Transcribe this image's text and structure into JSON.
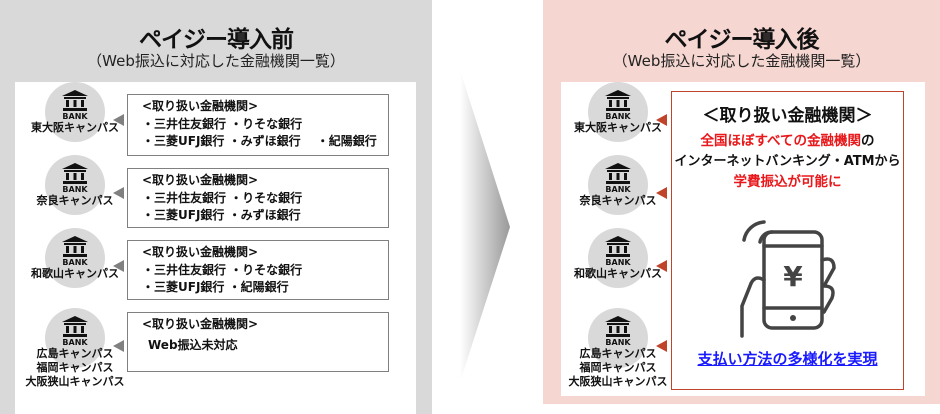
{
  "before": {
    "title": "ペイジー導入前",
    "subtitle": "（Web振込に対応した金融機関一覧）",
    "campuses": [
      {
        "icon_label": "BANK",
        "name": [
          "東大阪キャンパス"
        ],
        "box": [
          "<取り扱い金融機関>",
          "・三井住友銀行 ・りそな銀行",
          "・三菱UFJ銀行 ・みずほ銀行　 ・紀陽銀行"
        ]
      },
      {
        "icon_label": "BANK",
        "name": [
          "奈良キャンパス"
        ],
        "box": [
          "<取り扱い金融機関>",
          "・三井住友銀行 ・りそな銀行",
          "・三菱UFJ銀行 ・みずほ銀行"
        ]
      },
      {
        "icon_label": "BANK",
        "name": [
          "和歌山キャンパス"
        ],
        "box": [
          "<取り扱い金融機関>",
          "・三井住友銀行 ・りそな銀行",
          "・三菱UFJ銀行 ・紀陽銀行"
        ]
      },
      {
        "icon_label": "BANK",
        "name": [
          "広島キャンパス",
          "福岡キャンパス",
          "大阪狭山キャンパス"
        ],
        "box": [
          "<取り扱い金融機関>",
          "Web振込未対応"
        ]
      }
    ]
  },
  "after": {
    "title": "ペイジー導入後",
    "subtitle": "（Web振込に対応した金融機関一覧）",
    "campuses": [
      {
        "icon_label": "BANK",
        "name": [
          "東大阪キャンパス"
        ]
      },
      {
        "icon_label": "BANK",
        "name": [
          "奈良キャンパス"
        ]
      },
      {
        "icon_label": "BANK",
        "name": [
          "和歌山キャンパス"
        ]
      },
      {
        "icon_label": "BANK",
        "name": [
          "広島キャンパス",
          "福岡キャンパス",
          "大阪狭山キャンパス"
        ]
      }
    ],
    "box_heading": "＜取り扱い金融機関＞",
    "line1_red": "全国ほぼすべての金融機関",
    "line1_black": "の",
    "line2": "インターネットバンキング・ATMから",
    "line3_red": "学費振込が可能に",
    "phone_symbol": "¥",
    "footer_link": "支払い方法の多様化を実現"
  },
  "colors": {
    "left_bg": "#d9d9d9",
    "right_bg": "#f5d6d0",
    "accent_red": "#c0442a",
    "text_red": "#e8181b",
    "link_blue": "#1a1aff"
  }
}
